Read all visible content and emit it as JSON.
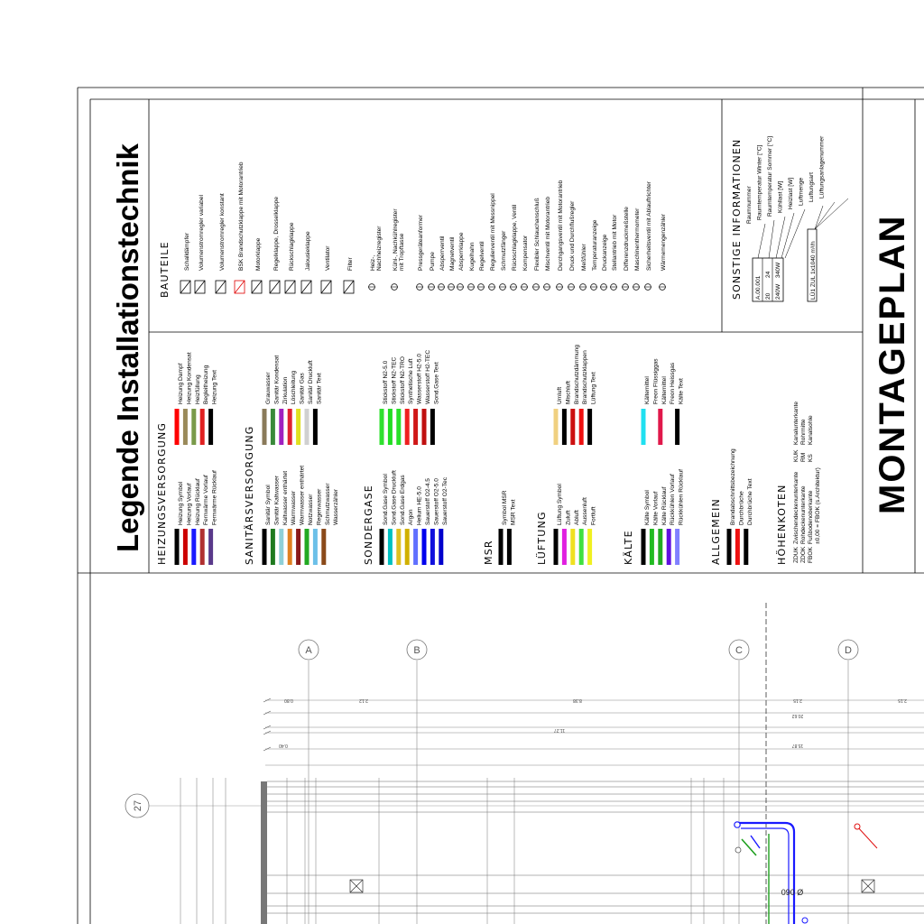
{
  "legend_title": "Legende Installationstechnik",
  "plan_title": "MONTAGEPLAN",
  "sections": {
    "heizung": {
      "title": "HEIZUNGSVERSORGUNG",
      "items": [
        {
          "label": "Heizung Symbol",
          "color": "#000000"
        },
        {
          "label": "Heizung Vorlauf",
          "color": "#cc0000"
        },
        {
          "label": "Heizung Rücklauf",
          "color": "#1a1aff"
        },
        {
          "label": "Fernwärme Vorlauf",
          "color": "#b03030"
        },
        {
          "label": "Fernwärme Rücklauf",
          "color": "#5a3a8a"
        }
      ],
      "items2": [
        {
          "label": "Heizung Dampf",
          "color": "#ff0000"
        },
        {
          "label": "Heizung Kondensat",
          "color": "#9a8a5a"
        },
        {
          "label": "Heizfüllung",
          "color": "#7a9a4a"
        },
        {
          "label": "Begleitheizung",
          "color": "#e02020"
        },
        {
          "label": "Heizung Text",
          "color": "#000000"
        }
      ]
    },
    "sanitaer": {
      "title": "SANITÄRSVERSORGUNG",
      "items": [
        {
          "label": "Sanitär Symbol",
          "color": "#000000"
        },
        {
          "label": "Sanitär Kaltwasser",
          "color": "#1f7a1f"
        },
        {
          "label": "Kaltwasser enthärtet",
          "color": "#8fd0d8"
        },
        {
          "label": "Warmwasser",
          "color": "#e08020"
        },
        {
          "label": "Warmwasser enthärtet",
          "color": "#8a1a1a"
        },
        {
          "label": "Notzwasser",
          "color": "#22aa22"
        },
        {
          "label": "Regenwasser",
          "color": "#6cc0e8"
        },
        {
          "label": "Schmutzwasser",
          "color": "#8a4a1a"
        },
        {
          "label": "Wasserzähler",
          "color": "#ffffff"
        }
      ],
      "items2": [
        {
          "label": "Grauwasser",
          "color": "#8a7a5a"
        },
        {
          "label": "Sanitär Kondensat",
          "color": "#3a8a3a"
        },
        {
          "label": "Zirkulation",
          "color": "#a020c0"
        },
        {
          "label": "Löschleitung",
          "color": "#e02030"
        },
        {
          "label": "Sanitär Gas",
          "color": "#e0e020"
        },
        {
          "label": "Sanitär Druckluft",
          "color": "#d0d0d0"
        },
        {
          "label": "Sanitär Text",
          "color": "#000000"
        }
      ]
    },
    "sondergase": {
      "title": "SONDERGASE",
      "items": [
        {
          "label": "Sond.Gase Symbol",
          "color": "#000000"
        },
        {
          "label": "Sond.Gase Druckluft",
          "color": "#00c0c0"
        },
        {
          "label": "Sond.Gase Erdgas",
          "color": "#e0c020"
        },
        {
          "label": "Argon",
          "color": "#d0b000"
        },
        {
          "label": "Helium HE-5.0",
          "color": "#6070ff"
        },
        {
          "label": "Sauerstoff O2-4.5",
          "color": "#0000ee"
        },
        {
          "label": "Sauerstoff O2-5.0",
          "color": "#1010dd"
        },
        {
          "label": "Sauerstoff O2-Tec",
          "color": "#0000cc"
        }
      ],
      "items2": [
        {
          "label": "Stickstoff N2-5.0",
          "color": "#30e030"
        },
        {
          "label": "Stickstoff N2-TEC",
          "color": "#22dd22"
        },
        {
          "label": "Stickstoff N2-TRO",
          "color": "#28e028"
        },
        {
          "label": "Synthetische Luft",
          "color": "#ee2020"
        },
        {
          "label": "Wasserstoff H2-5.0",
          "color": "#d01818"
        },
        {
          "label": "Wasserstoff H2-TEC",
          "color": "#c01010"
        },
        {
          "label": "Sond.Gase Text",
          "color": "#000000"
        }
      ]
    },
    "msr": {
      "title": "MSR",
      "items": [
        {
          "label": "Symbol MSR",
          "color": "#000000"
        },
        {
          "label": "MSR Text",
          "color": "#000000"
        }
      ]
    },
    "lueftung": {
      "title": "LÜFTUNG",
      "items": [
        {
          "label": "Lüftung Symbol",
          "color": "#000000"
        },
        {
          "label": "Zuluft",
          "color": "#e020e0"
        },
        {
          "label": "Abluft",
          "color": "#f0e020"
        },
        {
          "label": "Aussenluft",
          "color": "#40e040"
        },
        {
          "label": "Fortluft",
          "color": "#f0f020"
        }
      ],
      "items2": [
        {
          "label": "Umluft",
          "color": "#f0d080"
        },
        {
          "label": "Mischluft",
          "color": "#000000"
        },
        {
          "label": "Brandschutzdämmung",
          "color": "#cc1010"
        },
        {
          "label": "Brandschutzklappen",
          "color": "#ee1010"
        },
        {
          "label": "Lüftung Text",
          "color": "#000000"
        }
      ]
    },
    "kaelte": {
      "title": "KÄLTE",
      "items": [
        {
          "label": "Kälte Symbol",
          "color": "#000000"
        },
        {
          "label": "Kälte Vorlauf",
          "color": "#22bb22"
        },
        {
          "label": "Kälte Rücklauf",
          "color": "#22aa22"
        },
        {
          "label": "Rückkühlen Vorlauf",
          "color": "#6010e0"
        },
        {
          "label": "Rückkühlen Rücklauf",
          "color": "#8080ff"
        }
      ],
      "items2": [
        {
          "label": "Kältemittel",
          "color": "#20e0f0"
        },
        {
          "label": "Freon Flüssiggas",
          "color": "#ffffff"
        },
        {
          "label": "Kältemittel",
          "color": "#e0184a"
        },
        {
          "label": "Freon Heissgas",
          "color": "#ffffff"
        },
        {
          "label": "Kälte Text",
          "color": "#000000"
        }
      ]
    },
    "allgemein": {
      "title": "ALLGEMEIN",
      "items": [
        {
          "label": "Brandabschnittsbezeichnung",
          "color": "#000000"
        },
        {
          "label": "Durchbrüche",
          "color": "#ee1010"
        },
        {
          "label": "Durchbrüche Text",
          "color": "#000000"
        }
      ]
    },
    "hoehenkoten": {
      "title": "HÖHENKOTEN",
      "rows": [
        {
          "code": "ZDUK",
          "desc": "Zwischendeckenunterkante"
        },
        {
          "code": "ZDOK",
          "desc": "Rohdeckenunterkante"
        },
        {
          "code": "FBOK",
          "desc": "Fußbodenoberkante"
        },
        {
          "code": "",
          "desc": "±0,00 = FBOK (s.Architektur)"
        }
      ],
      "rows2": [
        {
          "code": "KUK",
          "desc": "Kanalunterkante"
        },
        {
          "code": "RM",
          "desc": "Rohrmitte"
        },
        {
          "code": "KS",
          "desc": "Kanalsohle"
        }
      ]
    },
    "bauteile": {
      "title": "BAUTEILE",
      "items": [
        "Schalldämpfer",
        "Volumenstromregler variabel",
        "Volumenstromregler konstant",
        "BSK Brandschutzklappe mit Motorantrieb",
        "Motorklappe",
        "Regelklappe, Drosselklappe",
        "Rückschlagklappe",
        "Jalousieklappe",
        "Ventilator",
        "Filter",
        "Heiz-,\nNachheizregister",
        "Kühl-, Nachkühlregister\nmit Tropftasse",
        "Pressgeräteanformer",
        "Pumpe",
        "Absperrventil",
        "Magnetventil",
        "Absperrklappe",
        "Kugelhahn",
        "Regelventil",
        "Regulierventil mit Messnippel",
        "Schmutzfänger",
        "Rückschlagklappe, Ventil",
        "Kompensator",
        "Flexibler Schlauchanschluß",
        "Mischventil mit Motorantrieb",
        "Durchgangsventil mit Motorantrieb",
        "Druck und Durchflußregler",
        "Meßfühler",
        "Temperaturanzeige",
        "Druckanzeige",
        "Stellantrieb mit Motor",
        "Differenzdruckmeßstelle",
        "Maschinenthermometer",
        "Sicherheitsventil mit Ablauftrichter",
        "Wärmemengenzähler"
      ]
    },
    "sonstige": {
      "title": "SONSTIGE INFORMATIONEN",
      "labels": [
        "Raumnummer",
        "Raumtemperatur Winter [°C]",
        "Raumtemperatur Sommer [°C]",
        "Kühllast [W]",
        "Heizlast [W]",
        "Luftmenge",
        "Luftungsart",
        "Lüftungsanlagenummer"
      ],
      "box_values": [
        "A.00.001",
        "20",
        "24",
        "240W",
        "340W"
      ],
      "box2": "LÜ1  ZUL  1x1040 m³/h"
    }
  },
  "axes": [
    {
      "label": "A"
    },
    {
      "label": "B"
    },
    {
      "label": "C"
    },
    {
      "label": "D"
    }
  ],
  "row_marker": "27",
  "dims": [
    "0.80",
    "2.12",
    "8.38",
    "2.15",
    "2.15",
    "11.27",
    "20.62",
    "0.40",
    "15.87"
  ],
  "pipe_label": "090 Ø"
}
